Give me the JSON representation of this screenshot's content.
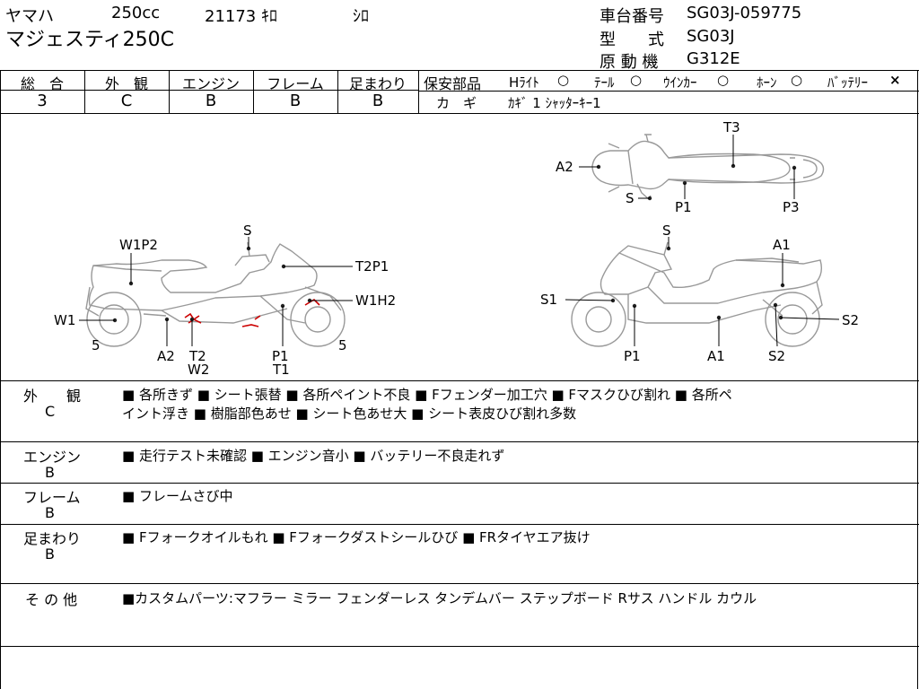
{
  "header": {
    "maker": "ヤマハ",
    "displacement": "250cc",
    "mileage": "21173 ｷﾛ",
    "color": "ｼﾛ",
    "model_name": "マジェスティ250C",
    "frame_no_label": "車台番号",
    "frame_no": "SG03J-059775",
    "type_label": "型　　式",
    "type_value": "SG03J",
    "engine_label": "原 動 機",
    "engine_value": "G312E"
  },
  "grades": {
    "columns": [
      {
        "label": "総　合",
        "value": "3"
      },
      {
        "label": "外　観",
        "value": "C"
      },
      {
        "label": "エンジン",
        "value": "B"
      },
      {
        "label": "フレーム",
        "value": "B"
      },
      {
        "label": "足まわり",
        "value": "B"
      }
    ]
  },
  "safety": {
    "title": "保安部品",
    "items": [
      {
        "label": "Hﾗｲﾄ",
        "mark": "○"
      },
      {
        "label": "ﾃｰﾙ",
        "mark": "○"
      },
      {
        "label": "ｳｲﾝｶｰ",
        "mark": "○"
      },
      {
        "label": "ﾎｰﾝ",
        "mark": "○"
      },
      {
        "label": "ﾊﾞｯﾃﾘｰ",
        "mark": "×"
      }
    ],
    "key_label": "カ　ギ",
    "key_value": "ｶｷﾞ 1 ｼｬｯﾀｰｷｰ1"
  },
  "diagram_labels": {
    "top_T3": "T3",
    "top_A2": "A2",
    "top_S": "S",
    "top_P1": "P1",
    "top_P3": "P3",
    "left_S": "S",
    "left_W1P2": "W1P2",
    "left_T2P1": "T2P1",
    "left_W1H2": "W1H2",
    "left_W1": "W1",
    "left_5a": "5",
    "left_5b": "5",
    "left_A2": "A2",
    "left_T2": "T2",
    "left_W2": "W2",
    "left_P1": "P1",
    "left_T1": "T1",
    "right_S": "S",
    "right_A1top": "A1",
    "right_S1": "S1",
    "right_S2a": "S2",
    "right_P1": "P1",
    "right_A1": "A1",
    "right_S2b": "S2"
  },
  "remarks": [
    {
      "label": "外　　観",
      "grade": "C",
      "line1": "■ 各所きず ■ シート張替 ■ 各所ペイント不良 ■ Fフェンダー加工穴 ■ Fマスクひび割れ ■ 各所ペ",
      "line2": "イント浮き ■ 樹脂部色あせ ■ シート色あせ大 ■ シート表皮ひび割れ多数"
    },
    {
      "label": "エンジン",
      "grade": "B",
      "line1": "■ 走行テスト未確認 ■ エンジン音小 ■ バッテリー不良走れず",
      "line2": ""
    },
    {
      "label": "フレーム",
      "grade": "B",
      "line1": "■ フレームさび中",
      "line2": ""
    },
    {
      "label": "足まわり",
      "grade": "B",
      "line1": "■ Fフォークオイルもれ ■ Fフォークダストシールひび ■ FRタイヤエア抜け",
      "line2": ""
    },
    {
      "label": "そ の 他",
      "grade": "",
      "line1": "■カスタムパーツ:マフラー ミラー フェンダーレス タンデムバー ステップボード Rサス ハンドル カウル",
      "line2": ""
    }
  ]
}
